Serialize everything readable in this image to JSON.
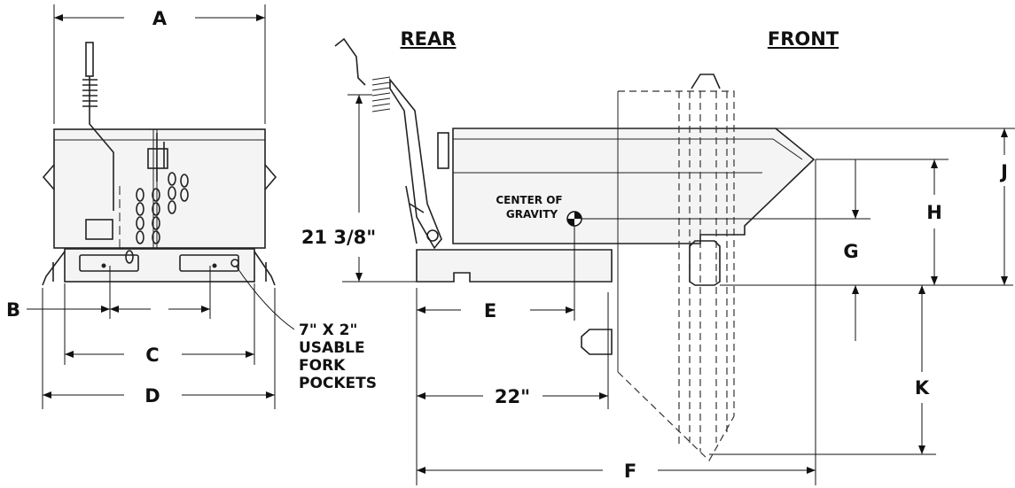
{
  "view_labels": {
    "rear": "REAR",
    "front": "FRONT"
  },
  "dimensions": {
    "a": "A",
    "b": "B",
    "c": "C",
    "d": "D",
    "e": "E",
    "f": "F",
    "g": "G",
    "h": "H",
    "j": "J",
    "k": "K",
    "height": "21 3/8\"",
    "fork_offset": "22\""
  },
  "fork_pocket_note": [
    "7\" X 2\"",
    "USABLE",
    "FORK",
    "POCKETS"
  ],
  "center_of_gravity": [
    "CENTER OF",
    "GRAVITY"
  ]
}
